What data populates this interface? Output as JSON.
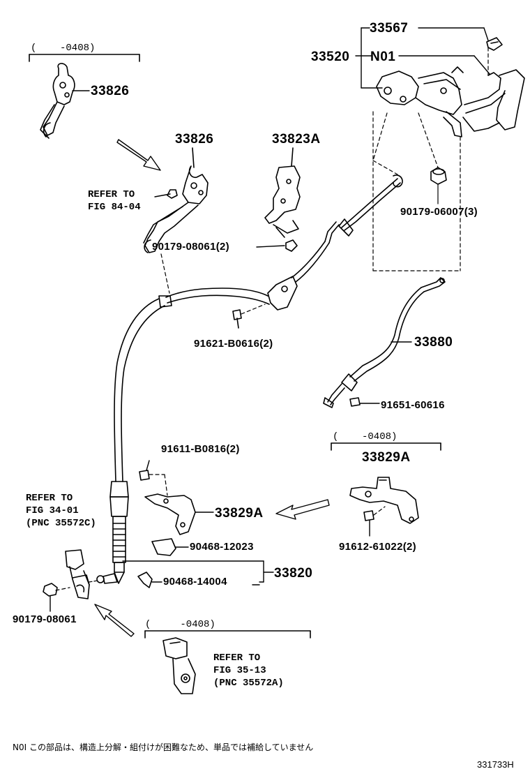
{
  "labels": {
    "p33567": "33567",
    "p33520": "33520",
    "n01": "N01",
    "p33826_top": "33826",
    "p33826_mid": "33826",
    "p33823A": "33823A",
    "p90179_06007": "90179-06007(3)",
    "p90179_08061_2": "90179-08061(2)",
    "p91621_b0616": "91621-B0616(2)",
    "p33880": "33880",
    "p91651_60616": "91651-60616",
    "p33829A_right": "33829A",
    "p91611_b0816": "91611-B0816(2)",
    "p33829A_mid": "33829A",
    "p90468_12023": "90468-12023",
    "p90468_14004": "90468-14004",
    "p33820": "33820",
    "p91612_61022": "91612-61022(2)",
    "p90179_08061": "90179-08061"
  },
  "date_ranges": {
    "top_left": "(    -0408)",
    "right": "(    -0408)",
    "bottom": "(     -0408)"
  },
  "references": {
    "fig_84_04": "REFER TO\nFIG 84-04",
    "fig_34_01": "REFER TO\nFIG 34-01\n(PNC 35572C)",
    "fig_35_13": "REFER TO\nFIG 35-13\n(PNC 35572A)"
  },
  "footnote": "N0I この部品は、構造上分解・組付けが困難なため、単品では補給していません",
  "diagram_code": "331733H"
}
